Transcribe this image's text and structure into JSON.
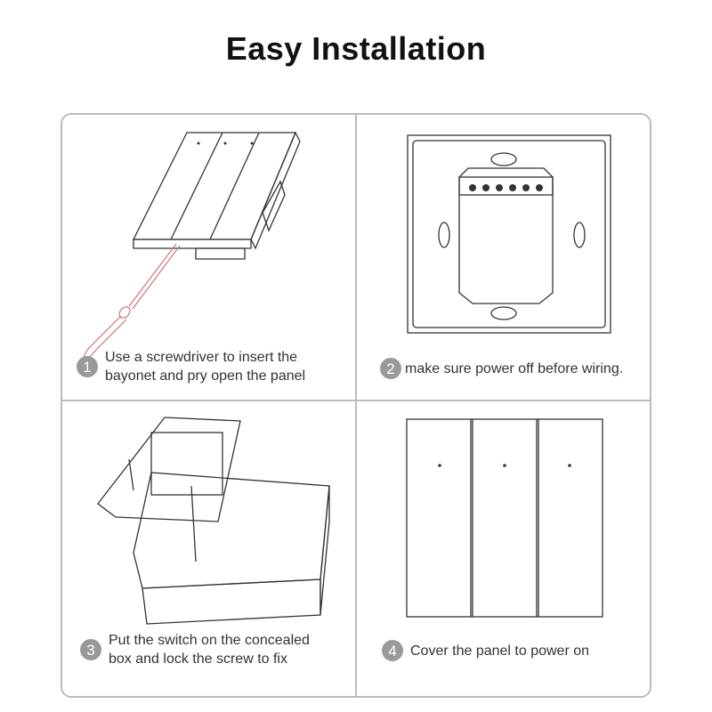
{
  "title": "Easy Installation",
  "steps": [
    {
      "number": "1",
      "line1": "Use a screwdriver to insert the",
      "line2": "bayonet and pry open the panel"
    },
    {
      "number": "2",
      "line1": "make sure power off before wiring.",
      "line2": ""
    },
    {
      "number": "3",
      "line1": "Put the switch on the concealed",
      "line2": "box and lock the screw to fix"
    },
    {
      "number": "4",
      "line1": "Cover the panel to power on",
      "line2": ""
    }
  ]
}
